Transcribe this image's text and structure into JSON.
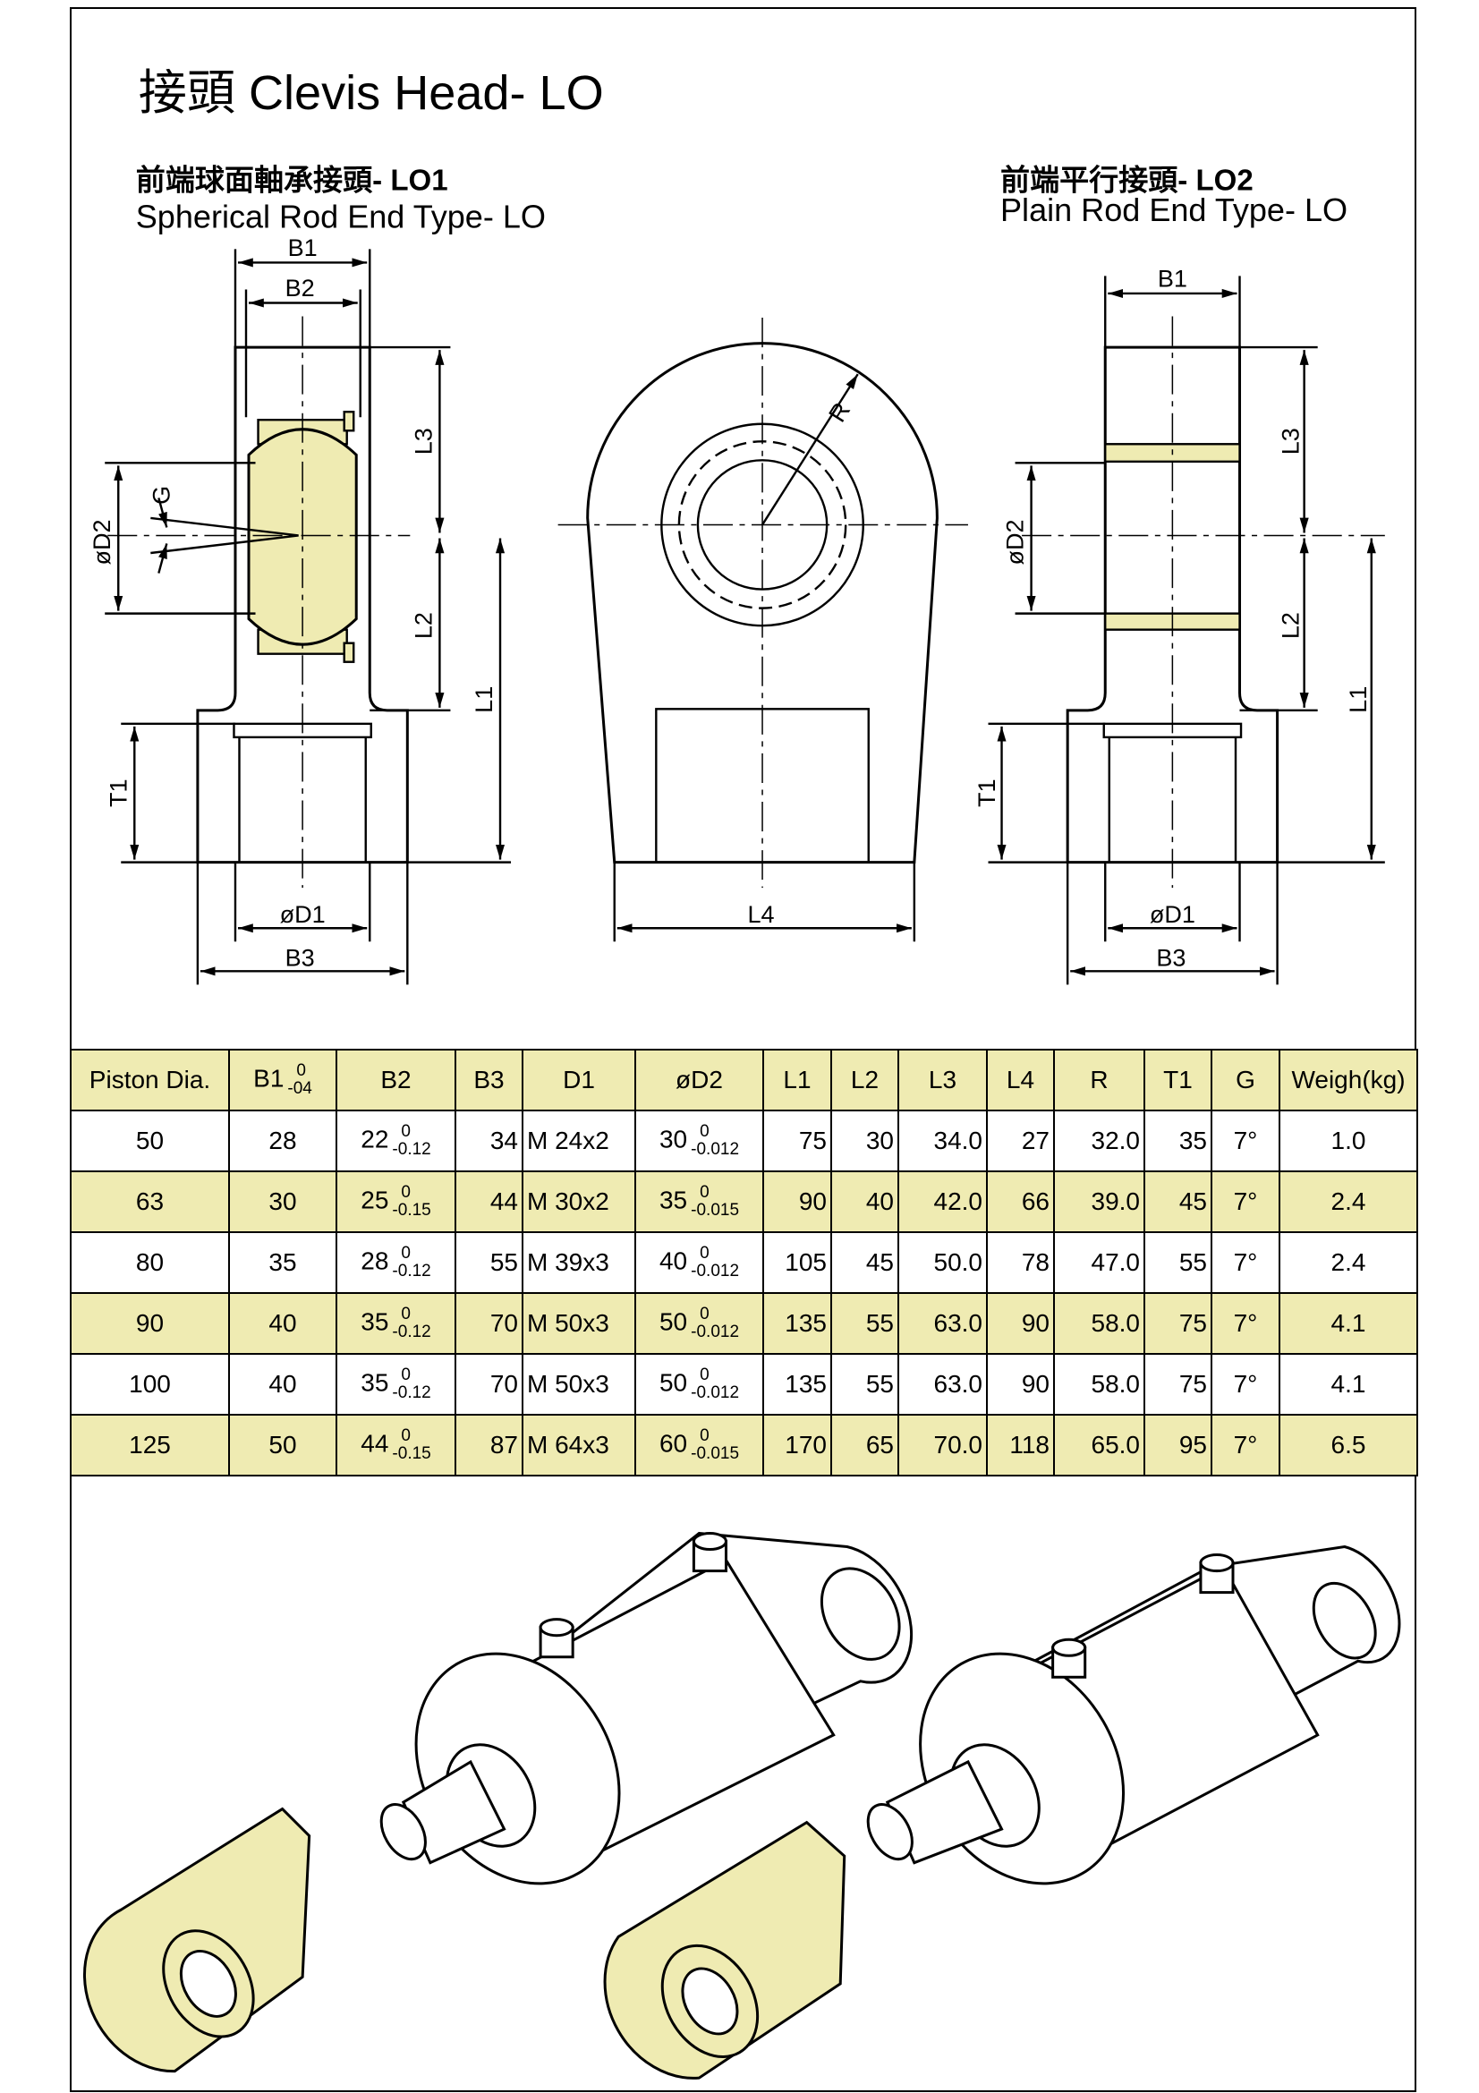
{
  "title": "接頭 Clevis Head- LO",
  "left_view": {
    "title_cn": "前端球面軸承接頭- LO1",
    "title_en": "Spherical Rod End Type- LO",
    "labels": {
      "b1": "B1",
      "b2": "B2",
      "b3": "B3",
      "d1": "øD1",
      "d2": "øD2",
      "l1": "L1",
      "l2": "L2",
      "l3": "L3",
      "t1": "T1",
      "g": "G"
    }
  },
  "middle_view": {
    "labels": {
      "r": "R",
      "l4": "L4"
    }
  },
  "right_view": {
    "title_cn": "前端平行接頭- LO2",
    "title_en": "Plain Rod End Type- LO",
    "labels": {
      "b1": "B1",
      "b3": "B3",
      "d1": "øD1",
      "d2": "øD2",
      "l1": "L1",
      "l2": "L2",
      "l3": "L3",
      "t1": "T1"
    }
  },
  "colors": {
    "fill": "#efebb2",
    "line": "#000000"
  },
  "table": {
    "headers": [
      {
        "v": "Piston  Dia."
      },
      {
        "v": "B1",
        "up": "0",
        "lo": "-04"
      },
      {
        "v": "B2"
      },
      {
        "v": "B3"
      },
      {
        "v": "D1"
      },
      {
        "v": "øD2"
      },
      {
        "v": "L1"
      },
      {
        "v": "L2"
      },
      {
        "v": "L3"
      },
      {
        "v": "L4"
      },
      {
        "v": "R"
      },
      {
        "v": "T1"
      },
      {
        "v": "G"
      },
      {
        "v": "Weigh(kg)"
      }
    ],
    "rows": [
      [
        {
          "v": "50"
        },
        {
          "v": "28"
        },
        {
          "v": "22",
          "up": "0",
          "lo": "-0.12"
        },
        {
          "v": "34"
        },
        {
          "v": "M  24x2"
        },
        {
          "v": "30",
          "up": "0",
          "lo": "-0.012"
        },
        {
          "v": "75"
        },
        {
          "v": "30"
        },
        {
          "v": "34.0"
        },
        {
          "v": "27"
        },
        {
          "v": "32.0"
        },
        {
          "v": "35"
        },
        {
          "v": "7°"
        },
        {
          "v": "1.0"
        }
      ],
      [
        {
          "v": "63"
        },
        {
          "v": "30"
        },
        {
          "v": "25",
          "up": "0",
          "lo": "-0.15"
        },
        {
          "v": "44"
        },
        {
          "v": "M  30x2"
        },
        {
          "v": "35",
          "up": "0",
          "lo": "-0.015"
        },
        {
          "v": "90"
        },
        {
          "v": "40"
        },
        {
          "v": "42.0"
        },
        {
          "v": "66"
        },
        {
          "v": "39.0"
        },
        {
          "v": "45"
        },
        {
          "v": "7°"
        },
        {
          "v": "2.4"
        }
      ],
      [
        {
          "v": "80"
        },
        {
          "v": "35"
        },
        {
          "v": "28",
          "up": "0",
          "lo": "-0.12"
        },
        {
          "v": "55"
        },
        {
          "v": "M  39x3"
        },
        {
          "v": "40",
          "up": "0",
          "lo": "-0.012"
        },
        {
          "v": "105"
        },
        {
          "v": "45"
        },
        {
          "v": "50.0"
        },
        {
          "v": "78"
        },
        {
          "v": "47.0"
        },
        {
          "v": "55"
        },
        {
          "v": "7°"
        },
        {
          "v": "2.4"
        }
      ],
      [
        {
          "v": "90"
        },
        {
          "v": "40"
        },
        {
          "v": "35",
          "up": "0",
          "lo": "-0.12"
        },
        {
          "v": "70"
        },
        {
          "v": "M  50x3"
        },
        {
          "v": "50",
          "up": "0",
          "lo": "-0.012"
        },
        {
          "v": "135"
        },
        {
          "v": "55"
        },
        {
          "v": "63.0"
        },
        {
          "v": "90"
        },
        {
          "v": "58.0"
        },
        {
          "v": "75"
        },
        {
          "v": "7°"
        },
        {
          "v": "4.1"
        }
      ],
      [
        {
          "v": "100"
        },
        {
          "v": "40"
        },
        {
          "v": "35",
          "up": "0",
          "lo": "-0.12"
        },
        {
          "v": "70"
        },
        {
          "v": "M  50x3"
        },
        {
          "v": "50",
          "up": "0",
          "lo": "-0.012"
        },
        {
          "v": "135"
        },
        {
          "v": "55"
        },
        {
          "v": "63.0"
        },
        {
          "v": "90"
        },
        {
          "v": "58.0"
        },
        {
          "v": "75"
        },
        {
          "v": "7°"
        },
        {
          "v": "4.1"
        }
      ],
      [
        {
          "v": "125"
        },
        {
          "v": "50"
        },
        {
          "v": "44",
          "up": "0",
          "lo": "-0.15"
        },
        {
          "v": "87"
        },
        {
          "v": "M  64x3"
        },
        {
          "v": "60",
          "up": "0",
          "lo": "-0.015"
        },
        {
          "v": "170"
        },
        {
          "v": "65"
        },
        {
          "v": "70.0"
        },
        {
          "v": "118"
        },
        {
          "v": "65.0"
        },
        {
          "v": "95"
        },
        {
          "v": "7°"
        },
        {
          "v": "6.5"
        }
      ]
    ]
  }
}
